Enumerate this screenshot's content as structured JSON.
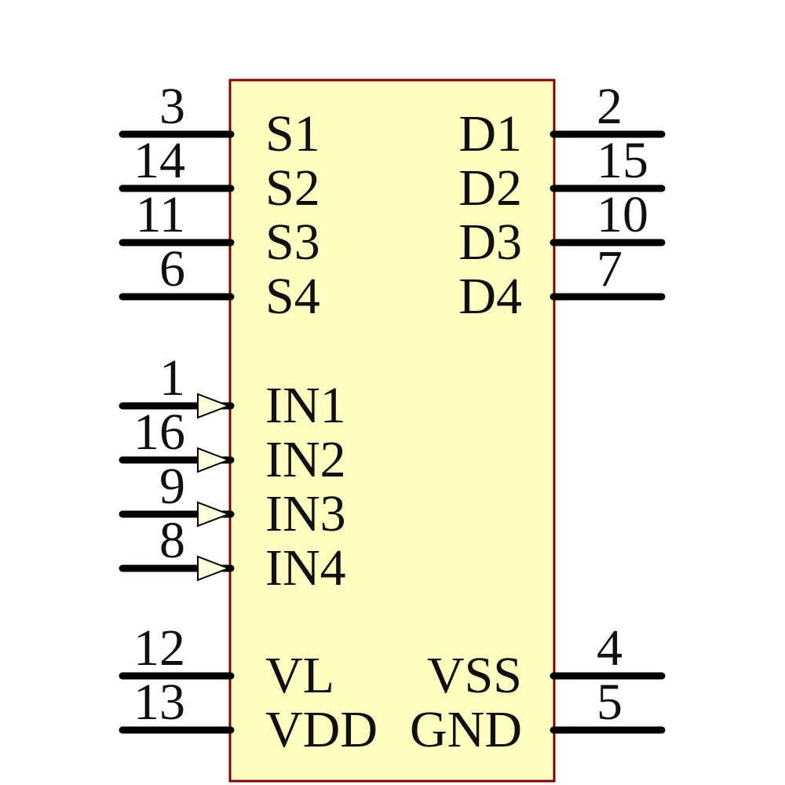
{
  "component": {
    "kind": "quad-analog-switch-symbol"
  },
  "colors": {
    "background": "#FFFFFF",
    "body_fill": "#FFFFC2",
    "body_border": "#800000",
    "pin_line": "#000000",
    "arrow_fill": "#FFFFE0",
    "text": "#101010"
  },
  "pins": {
    "left": [
      {
        "number": "3",
        "name": "S1"
      },
      {
        "number": "14",
        "name": "S2"
      },
      {
        "number": "11",
        "name": "S3"
      },
      {
        "number": "6",
        "name": "S4"
      },
      {
        "number": "1",
        "name": "IN1"
      },
      {
        "number": "16",
        "name": "IN2"
      },
      {
        "number": "9",
        "name": "IN3"
      },
      {
        "number": "8",
        "name": "IN4"
      },
      {
        "number": "12",
        "name": "VL"
      },
      {
        "number": "13",
        "name": "VDD"
      }
    ],
    "right": [
      {
        "number": "2",
        "name": "D1"
      },
      {
        "number": "15",
        "name": "D2"
      },
      {
        "number": "10",
        "name": "D3"
      },
      {
        "number": "7",
        "name": "D4"
      },
      {
        "number": "4",
        "name": "VSS"
      },
      {
        "number": "5",
        "name": "GND"
      }
    ]
  }
}
